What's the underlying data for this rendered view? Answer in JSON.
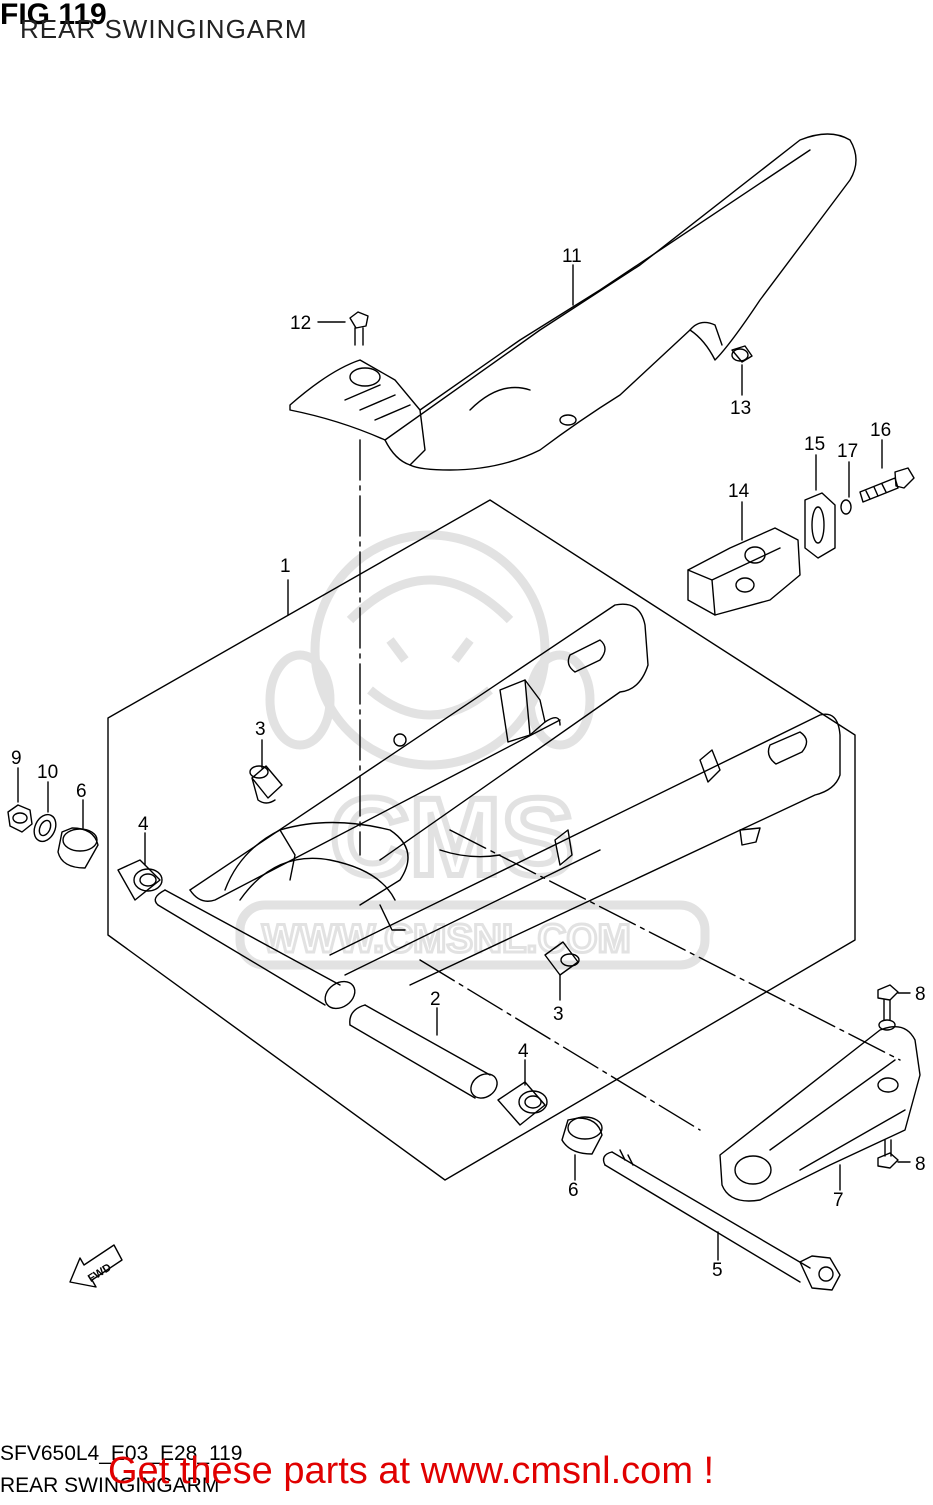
{
  "header": {
    "fig_number": "FIG 119",
    "title": "REAR SWINGINGARM"
  },
  "callouts": {
    "c1": "1",
    "c2": "2",
    "c3a": "3",
    "c3b": "3",
    "c4a": "4",
    "c4b": "4",
    "c5": "5",
    "c6a": "6",
    "c6b": "6",
    "c7": "7",
    "c8a": "8",
    "c8b": "8",
    "c9": "9",
    "c10": "10",
    "c11": "11",
    "c12": "12",
    "c13": "13",
    "c14": "14",
    "c15": "15",
    "c16": "16",
    "c17": "17"
  },
  "fwd_label": "FWD",
  "watermark": {
    "brand": "CMS",
    "url": "WWW.CMSNL.COM"
  },
  "footer": {
    "code": "SFV650L4_E03_E28_119",
    "title": "REAR SWINGINGARM",
    "promo": "Get these parts at www.cmsnl.com !"
  },
  "colors": {
    "line": "#000000",
    "watermark": "#e2e2e2",
    "promo": "#e00000"
  }
}
